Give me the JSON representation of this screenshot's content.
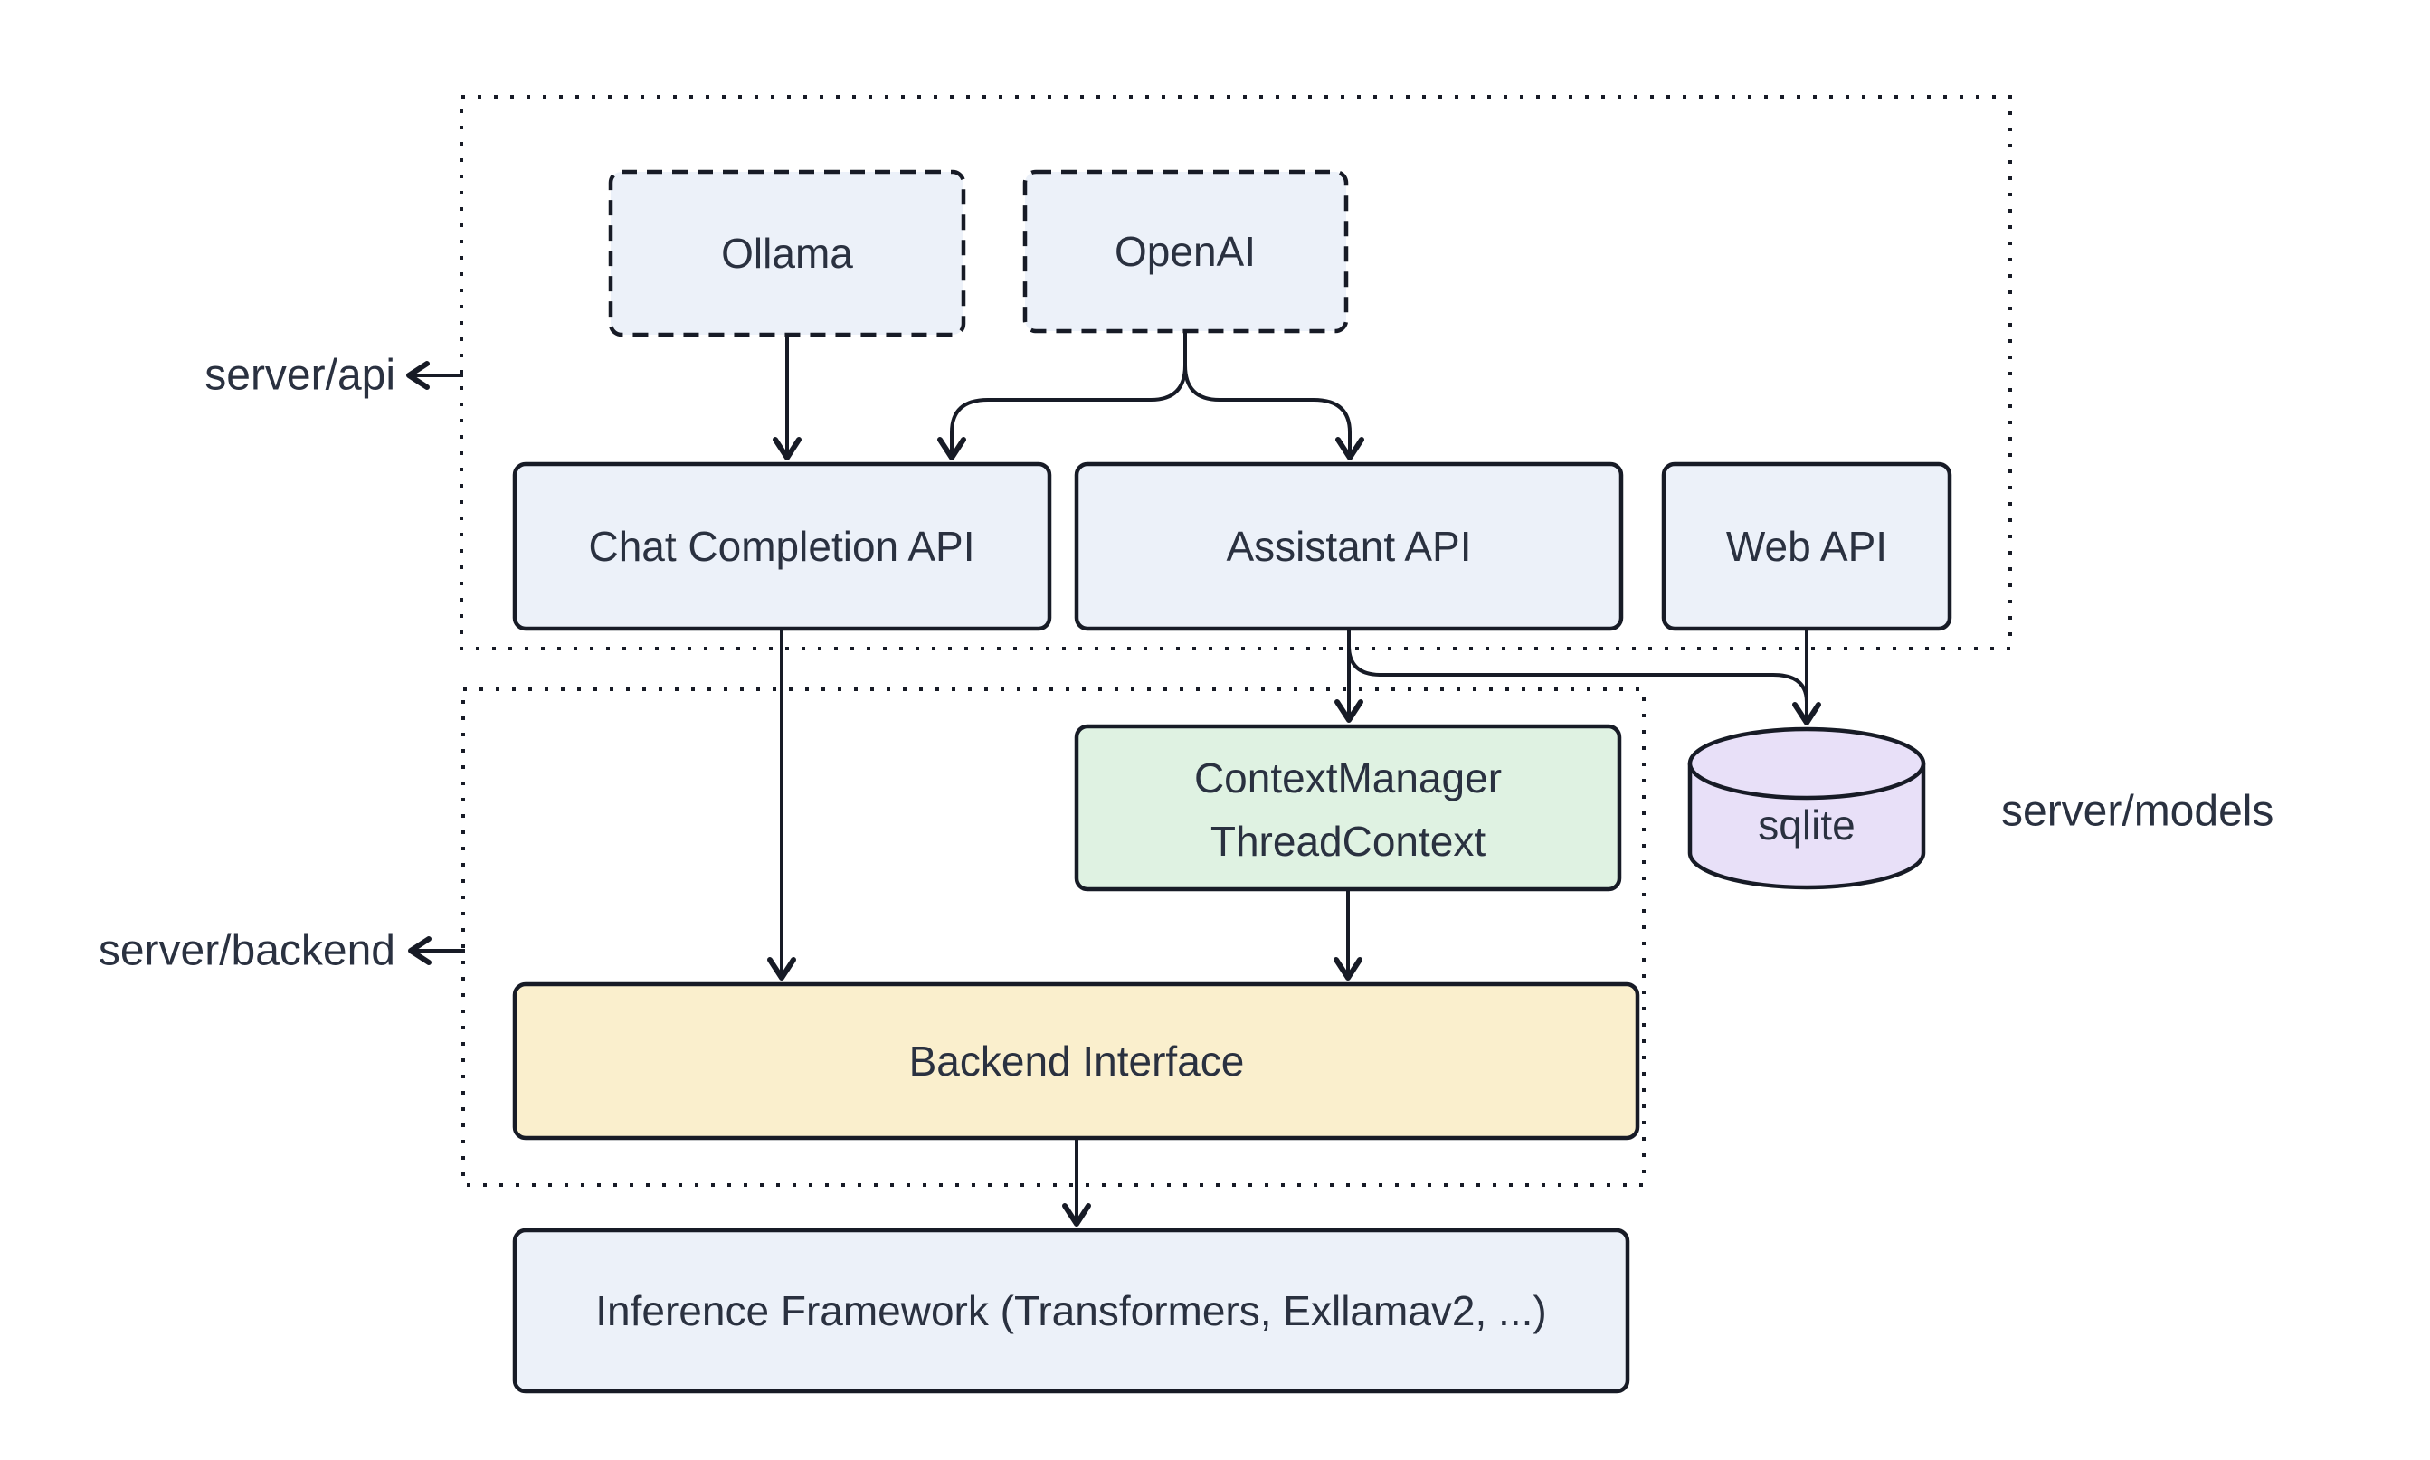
{
  "diagram": {
    "groups": {
      "api": {
        "label": "server/api"
      },
      "backend": {
        "label": "server/backend"
      },
      "models": {
        "label": "server/models"
      }
    },
    "nodes": {
      "ollama": {
        "label": "Ollama"
      },
      "openai": {
        "label": "OpenAI"
      },
      "chat_api": {
        "label": "Chat Completion API"
      },
      "assistant_api": {
        "label": "Assistant API"
      },
      "web_api": {
        "label": "Web API"
      },
      "context": {
        "line1": "ContextManager",
        "line2": "ThreadContext"
      },
      "sqlite": {
        "label": "sqlite"
      },
      "backend_interface": {
        "label": "Backend Interface"
      },
      "inference": {
        "label": "Inference Framework (Transformers, Exllamav2, ...)"
      }
    },
    "colors": {
      "background": "#FFFFFF",
      "node_blue": "#ECF1F9",
      "node_green": "#DFF2E2",
      "node_yellow": "#FAEFCD",
      "node_purple": "#E8E0F8",
      "line": "#171B26",
      "text": "#2A3140"
    }
  }
}
